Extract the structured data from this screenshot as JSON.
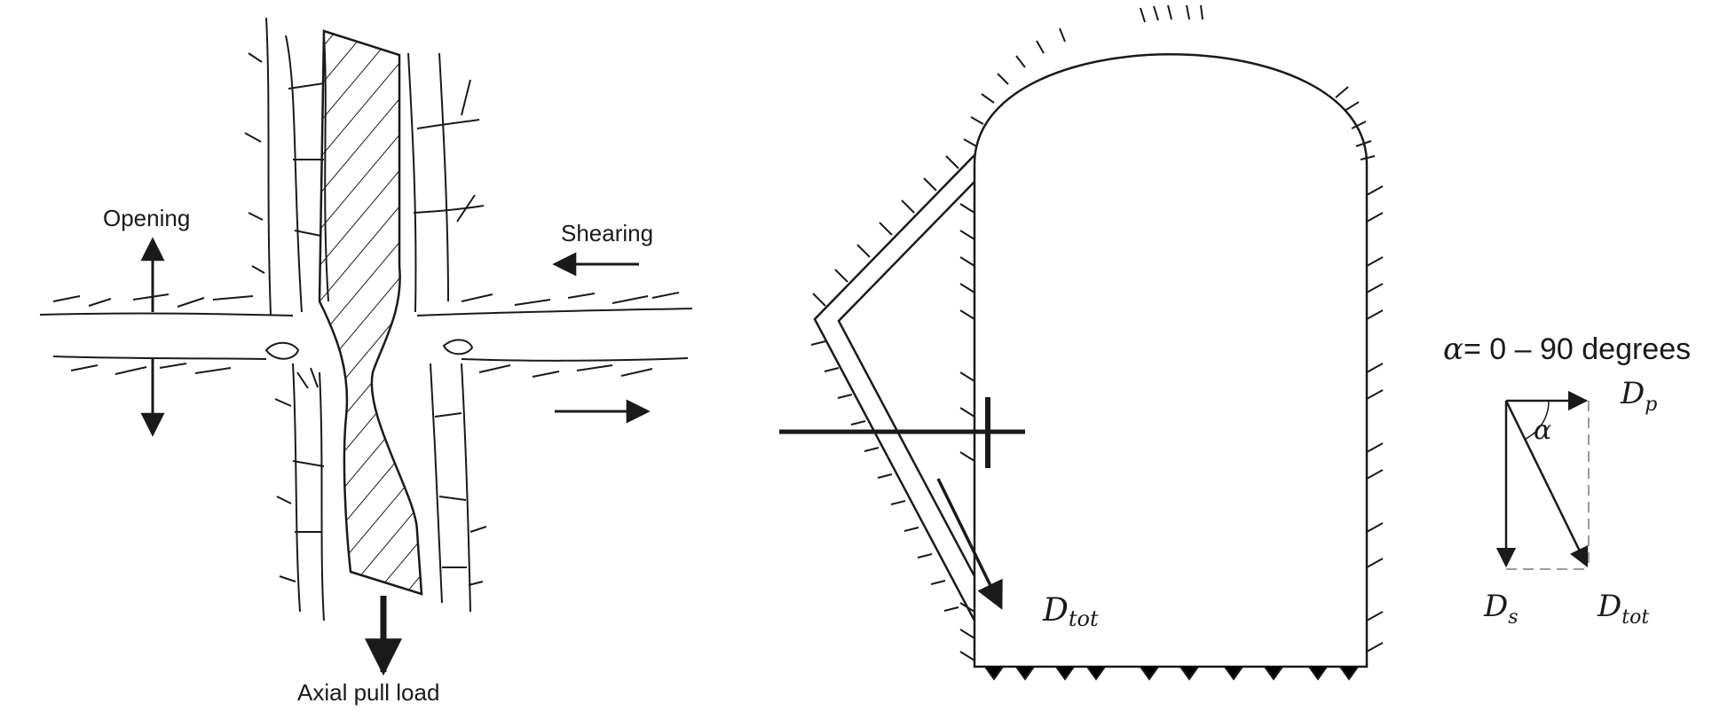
{
  "left_panel": {
    "opening_label": "Opening",
    "shearing_label": "Shearing",
    "axial_label": "Axial pull load"
  },
  "middle_panel": {
    "dtot_main": "D",
    "dtot_sub": "tot"
  },
  "right_panel": {
    "alpha_symbol": "α",
    "alpha_range": "= 0 – 90 degrees",
    "alpha_angle_label": "α",
    "dp_main": "D",
    "dp_sub": "p",
    "ds_main": "D",
    "ds_sub": "s",
    "dtot_main": "D",
    "dtot_sub": "tot"
  },
  "colors": {
    "ink": "#1a1a1a",
    "dashed": "#9a9a9a",
    "background": "#ffffff"
  }
}
